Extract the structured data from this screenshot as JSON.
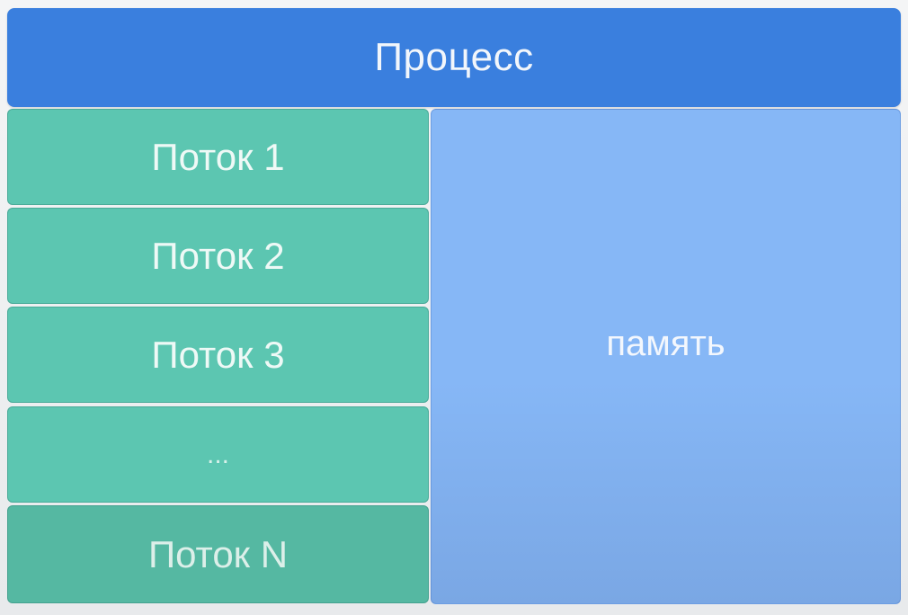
{
  "diagram": {
    "process_label": "Процесс",
    "memory_label": "память",
    "threads": [
      {
        "label": "Поток 1"
      },
      {
        "label": "Поток 2"
      },
      {
        "label": "Поток 3"
      },
      {
        "label": "..."
      },
      {
        "label": "Поток N"
      }
    ]
  }
}
